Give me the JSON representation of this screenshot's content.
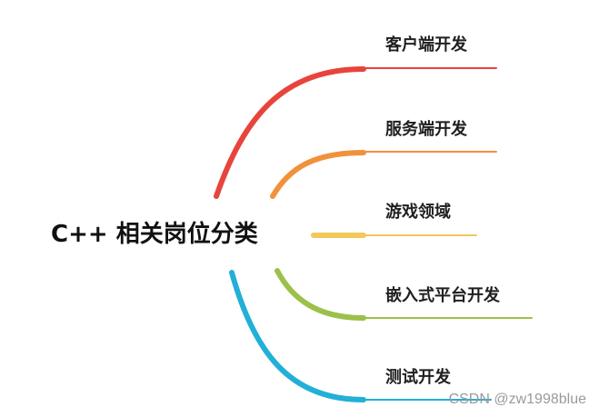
{
  "root": {
    "label": "C++ 相关岗位分类"
  },
  "branches": [
    {
      "label": "客户端开发",
      "color": "#e8443c"
    },
    {
      "label": "服务端开发",
      "color": "#f0923a"
    },
    {
      "label": "游戏领域",
      "color": "#f2c85a"
    },
    {
      "label": "嵌入式平台开发",
      "color": "#9bc14a"
    },
    {
      "label": "测试开发",
      "color": "#22b0d6"
    }
  ],
  "watermark": {
    "text": "CSDN @zw1998blue"
  }
}
